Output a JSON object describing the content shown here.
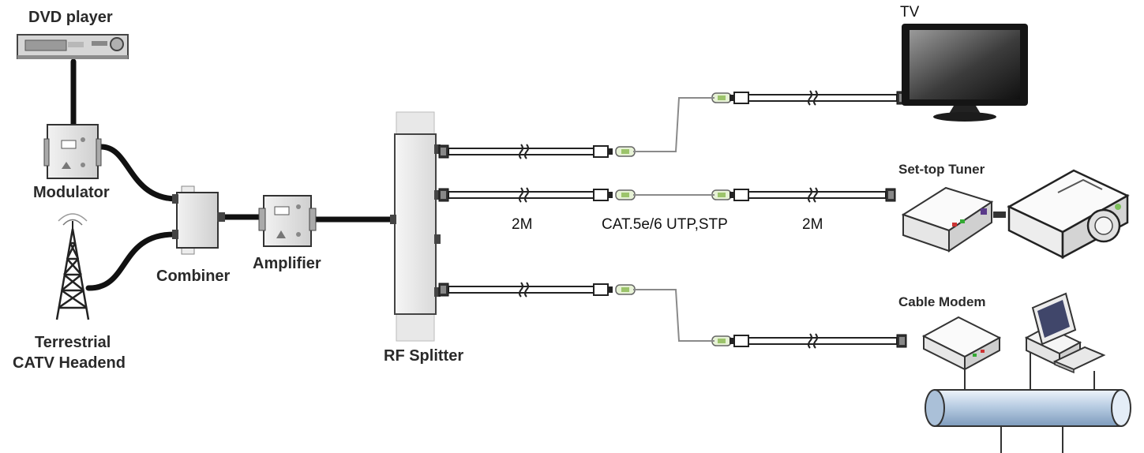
{
  "labels": {
    "dvd_player": "DVD player",
    "modulator": "Modulator",
    "terrestrial_line1": "Terrestrial",
    "terrestrial_line2": "CATV Headend",
    "combiner": "Combiner",
    "amplifier": "Amplifier",
    "rf_splitter": "RF Splitter",
    "tv": "TV",
    "set_top_tuner": "Set-top Tuner",
    "cable_modem": "Cable Modem",
    "cable_left_length": "2M",
    "cable_middle_type": "CAT.5e/6 UTP,STP",
    "cable_right_length": "2M"
  }
}
